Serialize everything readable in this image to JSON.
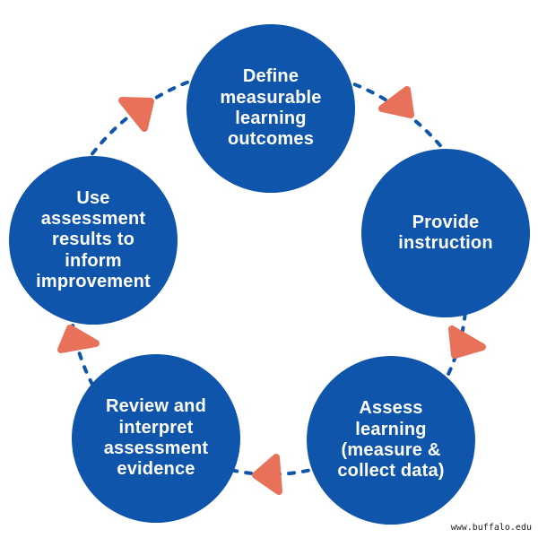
{
  "diagram": {
    "type": "cycle",
    "direction": "clockwise",
    "colors": {
      "circle": "#0e55ab",
      "connector": "#0e55ab",
      "arrow": "#e8715a",
      "label_text": "#ffffff",
      "watermark_text": "#1a1a1a"
    },
    "steps": [
      {
        "id": "define-outcomes",
        "label": "Define\nmeasurable\nlearning\noutcomes"
      },
      {
        "id": "provide-instruction",
        "label": "Provide\ninstruction"
      },
      {
        "id": "assess-learning",
        "label": "Assess\nlearning\n(measure &\ncollect data)"
      },
      {
        "id": "review-evidence",
        "label": "Review and\ninterpret\nassessment\nevidence"
      },
      {
        "id": "use-results",
        "label": "Use\nassessment\nresults to\ninform\nimprovement"
      }
    ],
    "watermark": "www.buffalo.edu"
  }
}
